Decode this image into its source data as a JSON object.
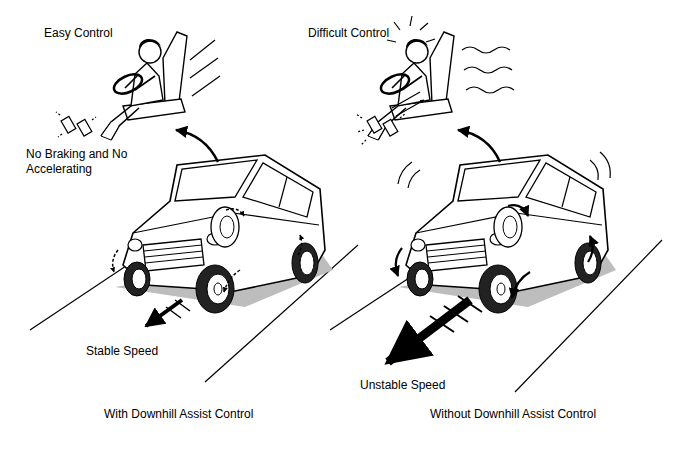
{
  "diagram": {
    "labels": [
      "Easy Control",
      "No Braking and No Accelerating",
      "Stable Speed",
      "With Downhill Assist Control",
      "Difficult Control",
      "Unstable Speed",
      "Without Downhill Assist Control"
    ]
  }
}
